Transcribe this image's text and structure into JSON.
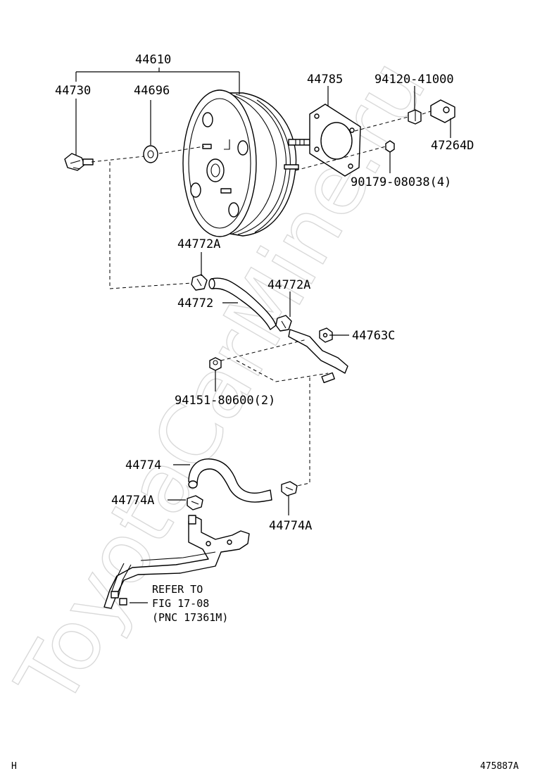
{
  "watermark": "ToyotaCarMine.ru",
  "labels": {
    "p44610": "44610",
    "p44730": "44730",
    "p44696": "44696",
    "p44785": "44785",
    "p94120": "94120-41000",
    "p47264D": "47264D",
    "p90179": "90179-08038(4)",
    "p44772A_top": "44772A",
    "p44772": "44772",
    "p44772A_right": "44772A",
    "p44763C": "44763C",
    "p94151": "94151-80600(2)",
    "p44774": "44774",
    "p44774A_left": "44774A",
    "p44774A_right": "44774A"
  },
  "note": {
    "line1": "REFER TO",
    "line2": "FIG 17-08",
    "line3": "(PNC 17361M)"
  },
  "footer": {
    "left": "H",
    "right": "475887A"
  }
}
